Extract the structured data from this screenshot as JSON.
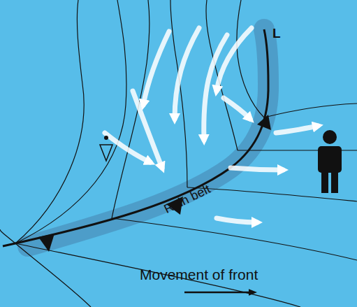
{
  "diagram": {
    "labels": [
      "L",
      "Rain belt",
      "Movement of front"
    ]
  }
}
